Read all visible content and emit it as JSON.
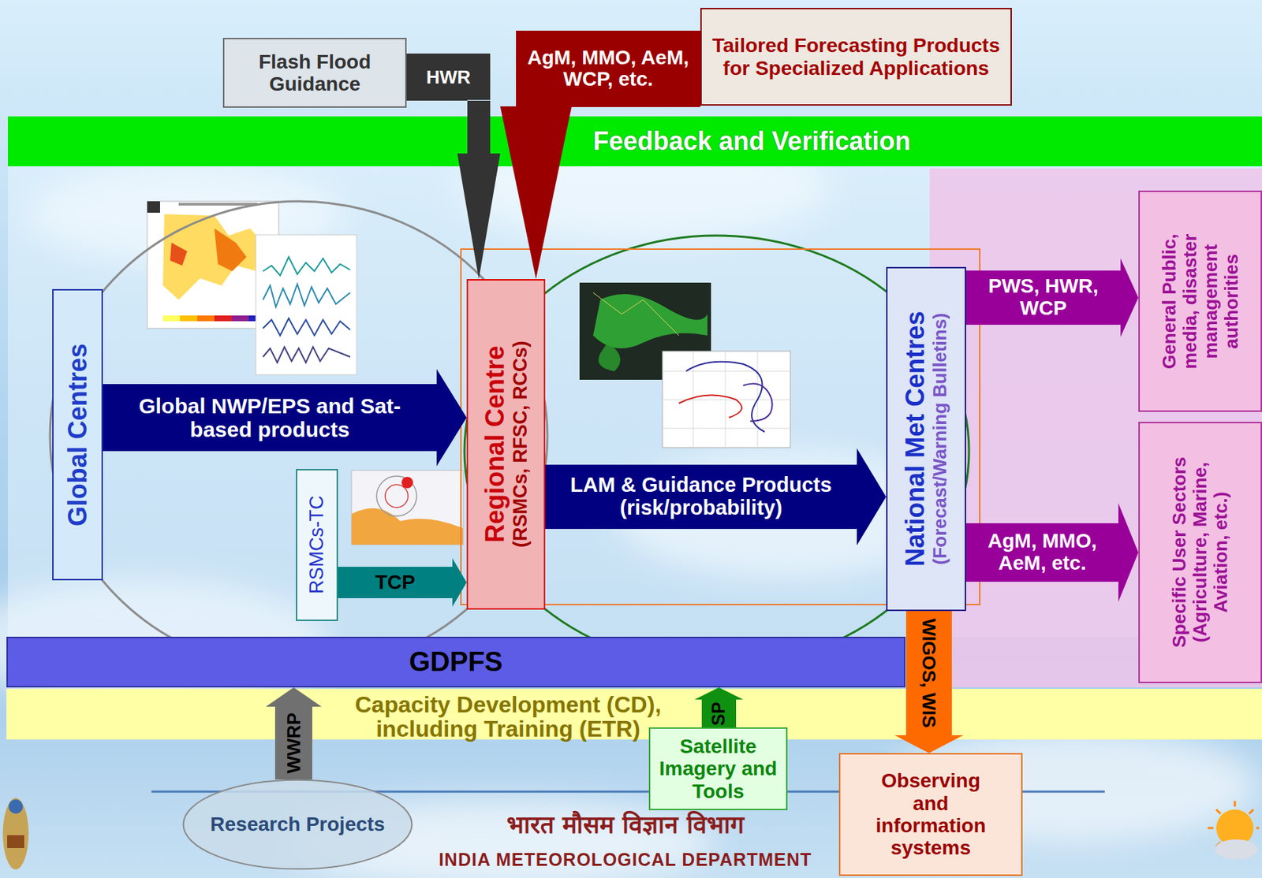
{
  "diagram": {
    "nodes": [
      {
        "text": [
          "Flash Flood Guidance"
        ]
      },
      {
        "text": [
          "Tailored Forecasting Products for Specialized Applications"
        ]
      },
      {
        "text": [
          "Feedback and Verification"
        ]
      },
      {
        "text": [
          "Global Centres"
        ]
      },
      {
        "text": [
          "Regional Centre",
          "(RSMCs, RFSC, RCCs)"
        ]
      },
      {
        "text": [
          "National Met Centres",
          "(Forecast/Warning Bulletins)"
        ]
      },
      {
        "text": [
          "General Public, media, disaster management authorities"
        ]
      },
      {
        "text": [
          "RSMCs-TC"
        ]
      },
      {
        "text": [
          "Specific User Sectors",
          "(Agriculture, Marine, Aviation, etc.)"
        ]
      },
      {
        "text": [
          "GDPFS"
        ]
      },
      {
        "text": [
          "Capacity Development (CD), including Training (ETR)"
        ]
      },
      {
        "text": [
          "Satellite Imagery and Tools"
        ]
      },
      {
        "text": [
          "Research Projects"
        ]
      },
      {
        "text": [
          "Observing and information systems"
        ]
      }
    ],
    "edges": [
      {
        "from": 0,
        "to": 4,
        "label": "HWR",
        "arrow": "to"
      },
      {
        "from": 1,
        "to": 4,
        "label": "AgM, MMO, AeM, WCP, etc.",
        "arrow": "to"
      },
      {
        "from": 3,
        "to": 4,
        "label": "Global NWP/EPS and Sat-based products",
        "arrow": "to"
      },
      {
        "from": 7,
        "to": 4,
        "label": "TCP",
        "arrow": "to"
      },
      {
        "from": 4,
        "to": 5,
        "label": "LAM & Guidance Products (risk/probability)",
        "arrow": "to"
      },
      {
        "from": 5,
        "to": 6,
        "label": "PWS, HWR, WCP",
        "arrow": "to"
      },
      {
        "from": 5,
        "to": 8,
        "label": "AgM, MMO, AeM, etc.",
        "arrow": "to"
      },
      {
        "from": 12,
        "to": 9,
        "label": "WWRP",
        "arrow": "to"
      },
      {
        "from": 11,
        "to": 9,
        "label": "SP",
        "arrow": "to"
      },
      {
        "from": 5,
        "to": 13,
        "label": "WIGOS, WIS",
        "arrow": "to"
      }
    ],
    "labels": [
      "भारत मौसम विज्ञान विभाग",
      "INDIA METEOROLOGICAL DEPARTMENT"
    ]
  }
}
